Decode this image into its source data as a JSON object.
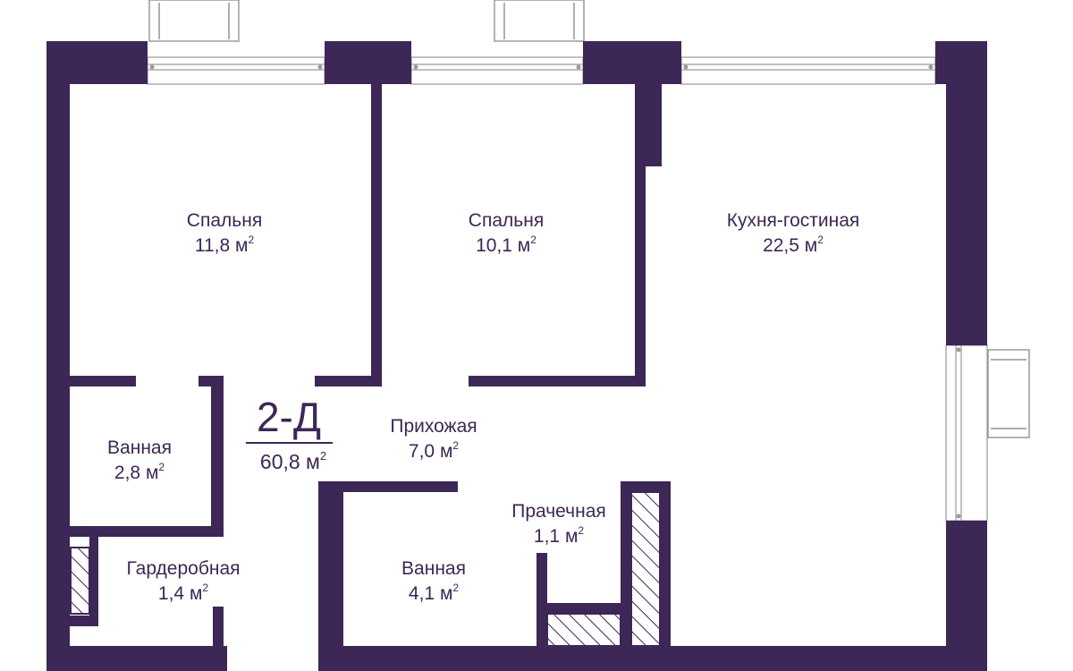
{
  "apartment": {
    "code": "2-Д",
    "total_area": "60,8 м",
    "area_unit_power": "2"
  },
  "rooms": [
    {
      "name": "Спальня",
      "area": "11,8 м",
      "power": "2"
    },
    {
      "name": "Спальня",
      "area": "10,1 м",
      "power": "2"
    },
    {
      "name": "Кухня-гостиная",
      "area": "22,5 м",
      "power": "2"
    },
    {
      "name": "Ванная",
      "area": "2,8 м",
      "power": "2"
    },
    {
      "name": "Прихожая",
      "area": "7,0 м",
      "power": "2"
    },
    {
      "name": "Прачечная",
      "area": "1,1 м",
      "power": "2"
    },
    {
      "name": "Гардеробная",
      "area": "1,4 м",
      "power": "2"
    },
    {
      "name": "Ванная",
      "area": "4,1 м",
      "power": "2"
    }
  ],
  "colors": {
    "wall": "#3d2756",
    "text": "#3d2756",
    "window_frame": "#9a9a9a",
    "background": "#ffffff"
  }
}
